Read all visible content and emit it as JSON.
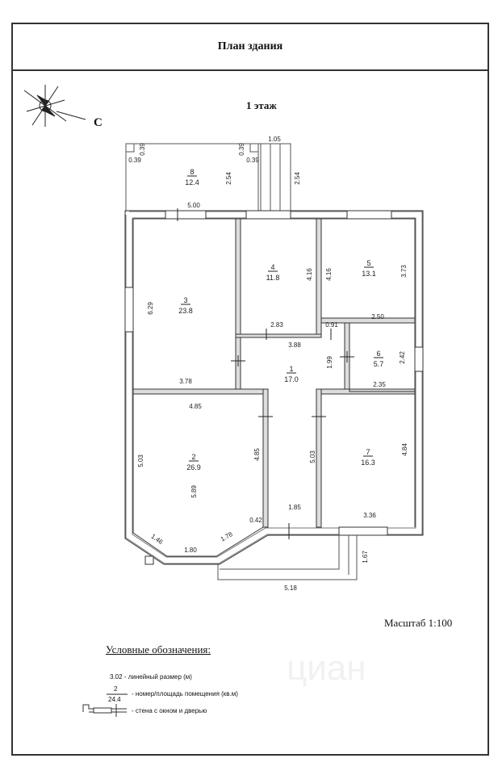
{
  "title": "План здания",
  "floor_label": "1 этаж",
  "north_label": "С",
  "scale_label": "Масштаб 1:100",
  "legend": {
    "title": "Условные обозначения:",
    "dimension_sample": "3.02",
    "dimension_desc": "- линейный размер (м)",
    "room_number_sample": "2",
    "room_area_sample": "24.4",
    "room_desc": "- номер/площадь помещения (кв.м)",
    "wall_desc": "- стена с окном и дверью"
  },
  "watermark": "циан",
  "rooms": [
    {
      "id": "1",
      "number": "1",
      "area": "17.0"
    },
    {
      "id": "2",
      "number": "2",
      "area": "26.9"
    },
    {
      "id": "3",
      "number": "3",
      "area": "23.8"
    },
    {
      "id": "4",
      "number": "4",
      "area": "11.8"
    },
    {
      "id": "5",
      "number": "5",
      "area": "13.1"
    },
    {
      "id": "6",
      "number": "6",
      "area": "5.7"
    },
    {
      "id": "7",
      "number": "7",
      "area": "16.3"
    },
    {
      "id": "8",
      "number": "8",
      "area": "12.4"
    }
  ],
  "dimensions": {
    "porch_top": "1.05",
    "porch_side": "2.54",
    "terrace_side": "2.54",
    "terrace_corner_left_v": "0.39",
    "terrace_corner_left_h": "0.39",
    "terrace_corner_right_v": "0.39",
    "terrace_corner_right_h": "0.39",
    "room3_top": "5.00",
    "room3_left": "6.29",
    "room3_bottom": "3.78",
    "room4_right": "4.16",
    "room4_bottom": "2.83",
    "room5_left": "4.16",
    "room5_right": "3.73",
    "room5_bottom": "2.50",
    "door_gap": "0.91",
    "hall_top": "3.88",
    "hall_right": "1.99",
    "room6_right": "2.42",
    "room6_bottom": "2.35",
    "room2_top": "4.85",
    "room2_left": "5.03",
    "room2_right": "4.85",
    "room2_inner": "5.89",
    "room2_corner": "0.42",
    "room2_bay_left": "1.46",
    "room2_bay_bottom": "1.80",
    "room2_bay_right": "1.78",
    "hall_bottom": "1.85",
    "hall_lower": "5.03",
    "room7_right": "4.84",
    "room7_bottom": "3.36",
    "porch_bottom_width": "5.18",
    "porch_bottom_depth": "1.67"
  }
}
